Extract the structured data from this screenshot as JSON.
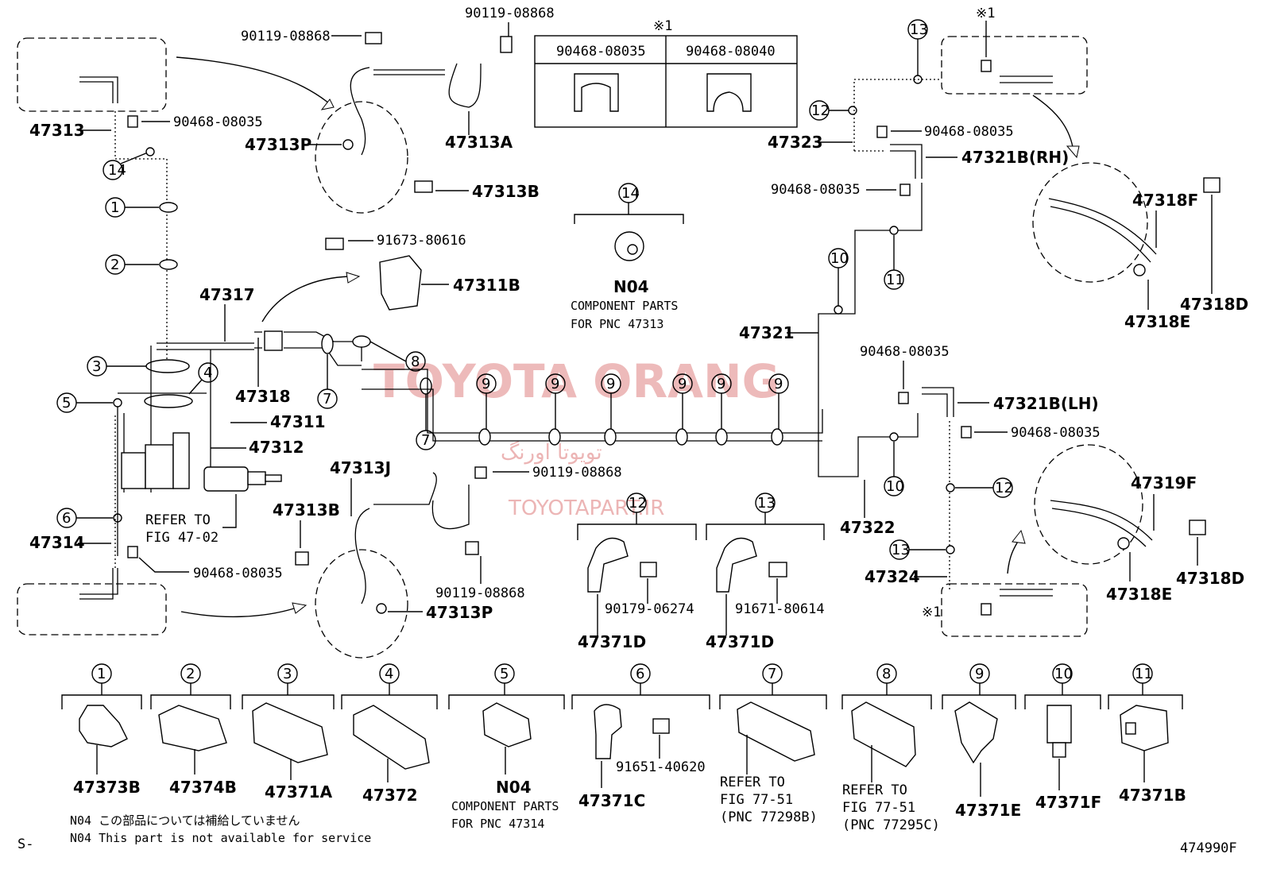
{
  "figure_code": "474990F",
  "corner_mark": "S-",
  "watermark": {
    "brand": "TOYOTA ORANG",
    "persian": "تویوتا اورنگ",
    "site": "TOYOTAPART.IR"
  },
  "note1": {
    "symbol": "※1",
    "left_pn": "90468-08035",
    "right_pn": "90468-08040"
  },
  "callout_ref_mark": "※1",
  "component_14": {
    "num": "14",
    "code": "N04",
    "line1": "COMPONENT PARTS",
    "line2": "FOR PNC 47313"
  },
  "component_5": {
    "num": "5",
    "code": "N04",
    "line1": "COMPONENT PARTS",
    "line2": "FOR PNC 47314"
  },
  "refer_fig_47": {
    "line1": "REFER TO",
    "line2": "FIG 47-02"
  },
  "footnotes": {
    "jp": "N04 この部品については補給していません",
    "en": "N04 This part is not available for service"
  },
  "labels": {
    "p47313": "47313",
    "p90468_a": "90468-08035",
    "p90119_a": "90119-08868",
    "p90119_b": "90119-08868",
    "p47313P_top": "47313P",
    "p47313A": "47313A",
    "p47313B_top": "47313B",
    "p91673": "91673-80616",
    "p47311B": "47311B",
    "p47317": "47317",
    "p47318": "47318",
    "p47311": "47311",
    "p47312": "47312",
    "p47314": "47314",
    "p90468_b": "90468-08035",
    "p47313J": "47313J",
    "p90119_c": "90119-08868",
    "p47313B_bot": "47313B",
    "p90119_d": "90119-08868",
    "p47313P_bot": "47313P",
    "p47323": "47323",
    "p90468_c": "90468-08035",
    "p47321B_RH": "47321B(RH)",
    "p90468_d": "90468-08035",
    "p47318F": "47318F",
    "p47318D_top": "47318D",
    "p47318E_top": "47318E",
    "p47321": "47321",
    "p90468_e": "90468-08035",
    "p47321B_LH": "47321B(LH)",
    "p90468_f": "90468-08035",
    "p47322": "47322",
    "p47319F": "47319F",
    "p47324": "47324",
    "p47318E_bot": "47318E",
    "p47318D_bot": "47318D",
    "p90179": "90179-06274",
    "p47371D_a": "47371D",
    "p91671": "91671-80614",
    "p47371D_b": "47371D"
  },
  "bottom_parts": [
    {
      "num": "1",
      "pn": "47373B"
    },
    {
      "num": "2",
      "pn": "47374B"
    },
    {
      "num": "3",
      "pn": "47371A"
    },
    {
      "num": "4",
      "pn": "47372"
    },
    {
      "num": "6",
      "pn": "47371C",
      "bolt": "91651-40620"
    },
    {
      "num": "7",
      "refer": "REFER TO",
      "fig": "FIG 77-51",
      "pnc": "(PNC 77298B)"
    },
    {
      "num": "8",
      "refer": "REFER TO",
      "fig": "FIG 77-51",
      "pnc": "(PNC 77295C)"
    },
    {
      "num": "9",
      "pn": "47371E"
    },
    {
      "num": "10",
      "pn": "47371F"
    },
    {
      "num": "11",
      "pn": "47371B"
    }
  ],
  "mid_clamps": [
    {
      "num": "12"
    },
    {
      "num": "13"
    }
  ],
  "callouts": {
    "c1": "1",
    "c2": "2",
    "c3": "3",
    "c4": "4",
    "c5": "5",
    "c6": "6",
    "c7a": "7",
    "c7b": "7",
    "c8": "8",
    "c9": "9",
    "c10a": "10",
    "c10b": "10",
    "c11": "11",
    "c12a": "12",
    "c12b": "12",
    "c13a": "13",
    "c13b": "13",
    "c14": "14"
  }
}
